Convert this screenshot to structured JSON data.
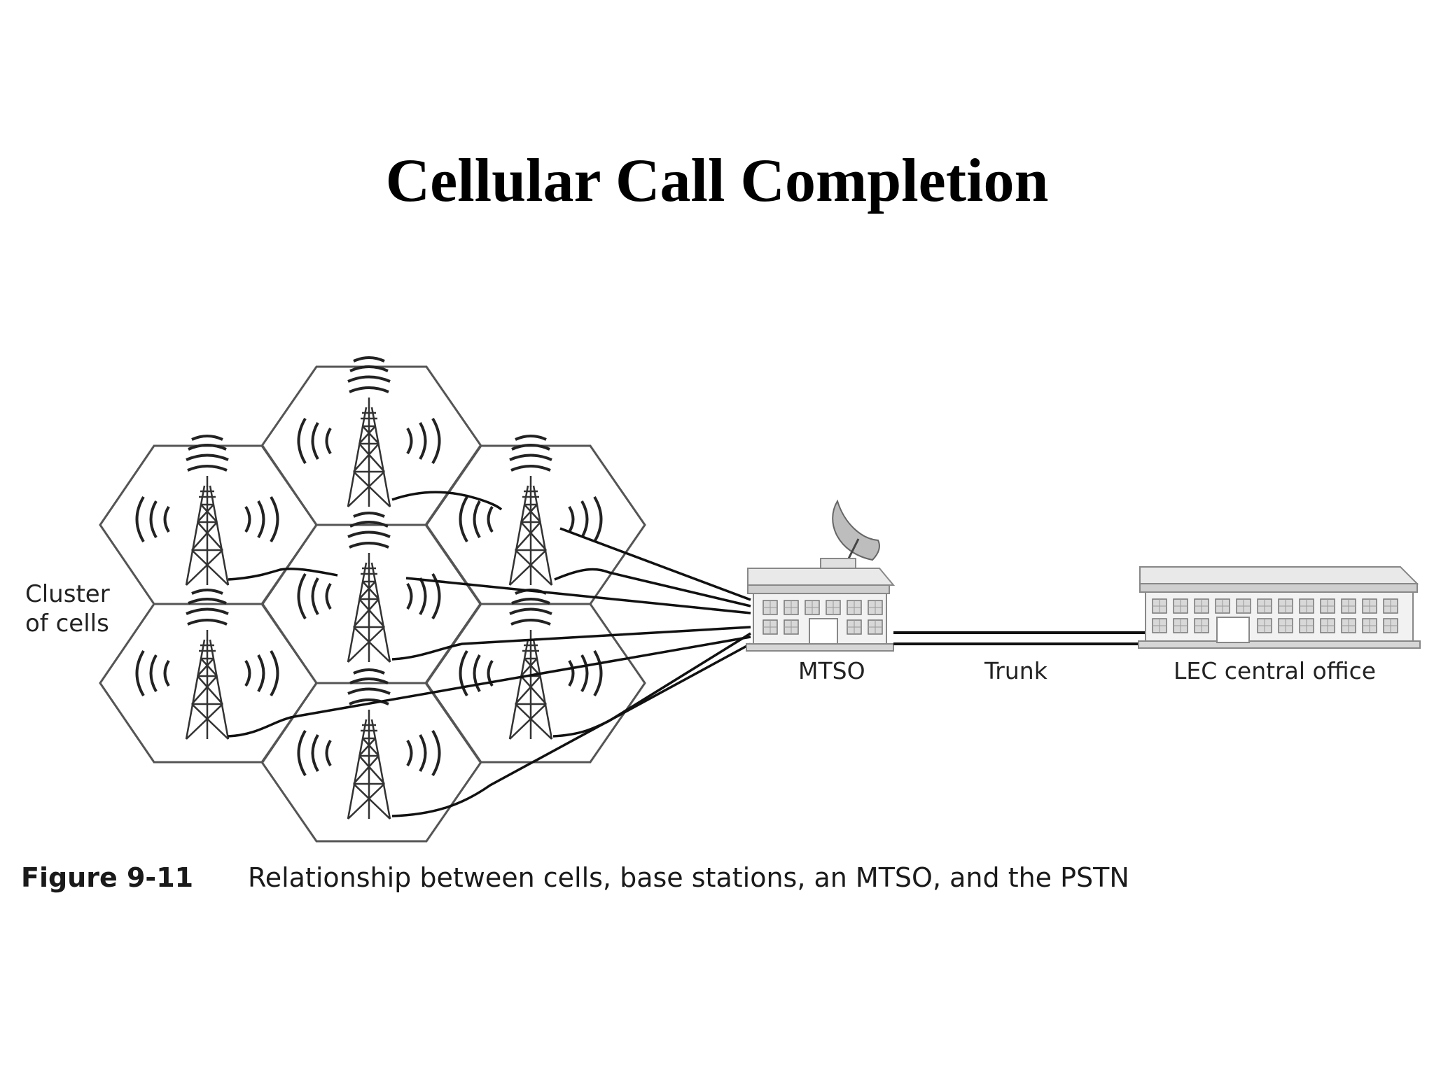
{
  "slide": {
    "title": "Cellular Call Completion"
  },
  "diagram": {
    "cluster_label": [
      "Cluster",
      "of cells"
    ],
    "nodes": {
      "mtso": "MTSO",
      "trunk": "Trunk",
      "lec": "LEC central office"
    },
    "cell_count": 7,
    "line_color": "#111111",
    "hex_color": "#555555"
  },
  "caption": {
    "figure_number": "Figure 9-11",
    "text": "Relationship between cells, base stations, an MTSO, and the PSTN"
  }
}
